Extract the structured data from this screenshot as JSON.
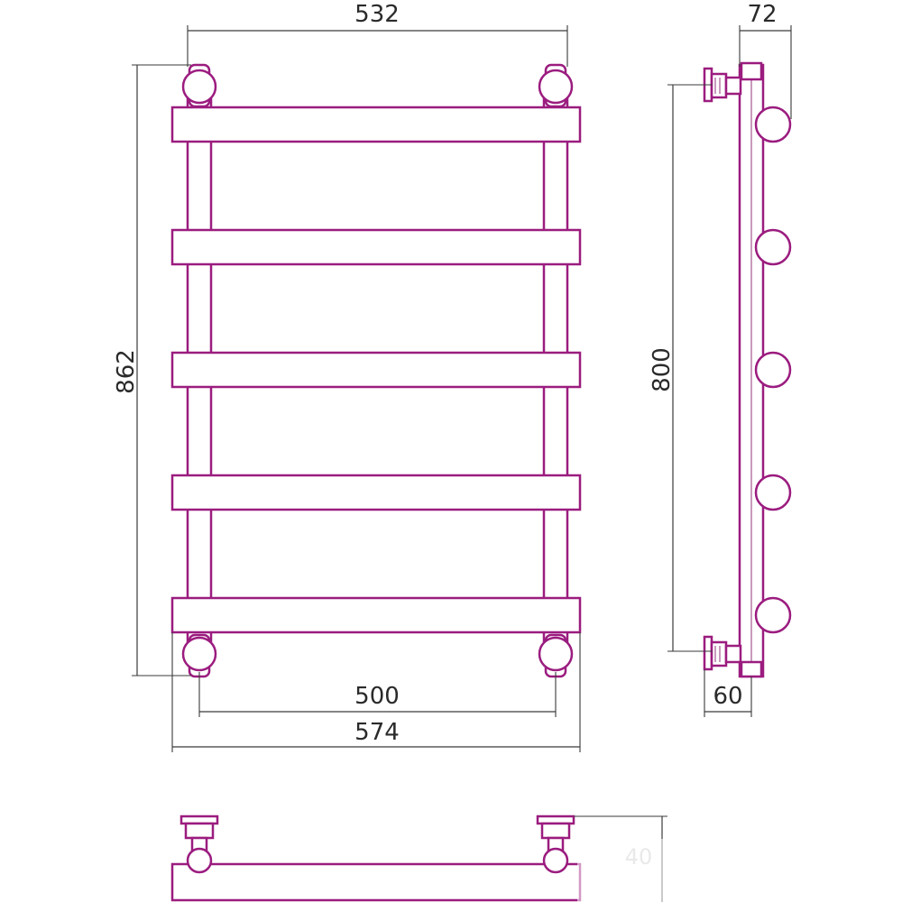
{
  "diagram": {
    "front_view": {
      "dim_top_width": "532",
      "dim_height": "862",
      "dim_center_distance": "500",
      "dim_overall_width": "574",
      "crossbar_count": 5
    },
    "side_view": {
      "dim_depth": "72",
      "dim_height": "800",
      "dim_mount_offset": "60"
    },
    "bottom_view": {
      "dim_partial": "40"
    },
    "colors": {
      "outline": "#9b1c7f",
      "dimension": "#3a3a3a"
    }
  }
}
